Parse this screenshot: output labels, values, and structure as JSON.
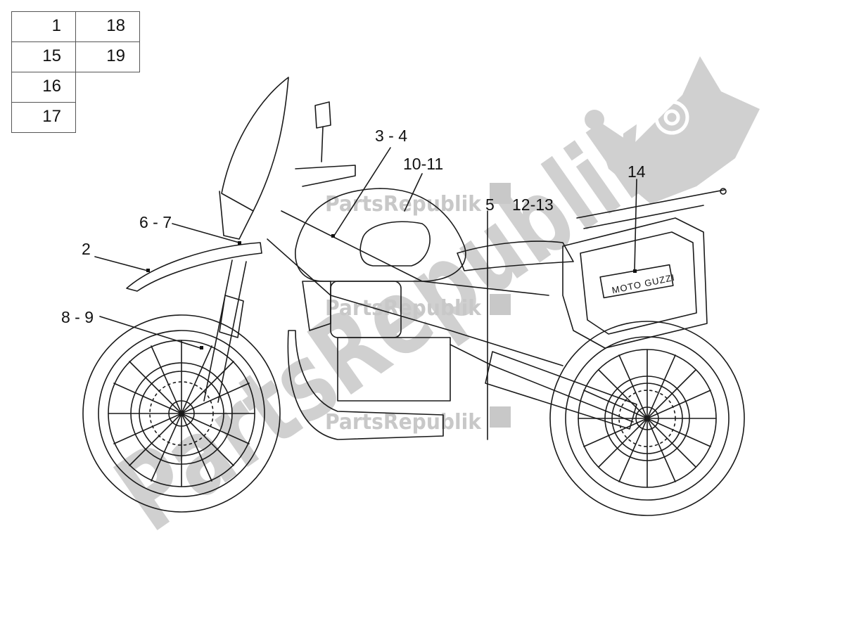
{
  "parts_table": {
    "col1": [
      "1",
      "15",
      "16",
      "17"
    ],
    "col2": [
      "18",
      "19"
    ]
  },
  "callouts": {
    "c1": "3 - 4",
    "c2": "10-11",
    "c3": "5",
    "c4": "12-13",
    "c5": "6 - 7",
    "c6": "2",
    "c7": "8 - 9",
    "c8": "14"
  },
  "case_badge": "MOTO GUZZI",
  "watermark": {
    "brand": "PartsRepublik",
    "big_text": "PartsRepublik",
    "icon": "gear-icon",
    "color": "#c8c8c8"
  },
  "colors": {
    "line": "#1a1a1a",
    "watermark": "#c8c8c8"
  }
}
